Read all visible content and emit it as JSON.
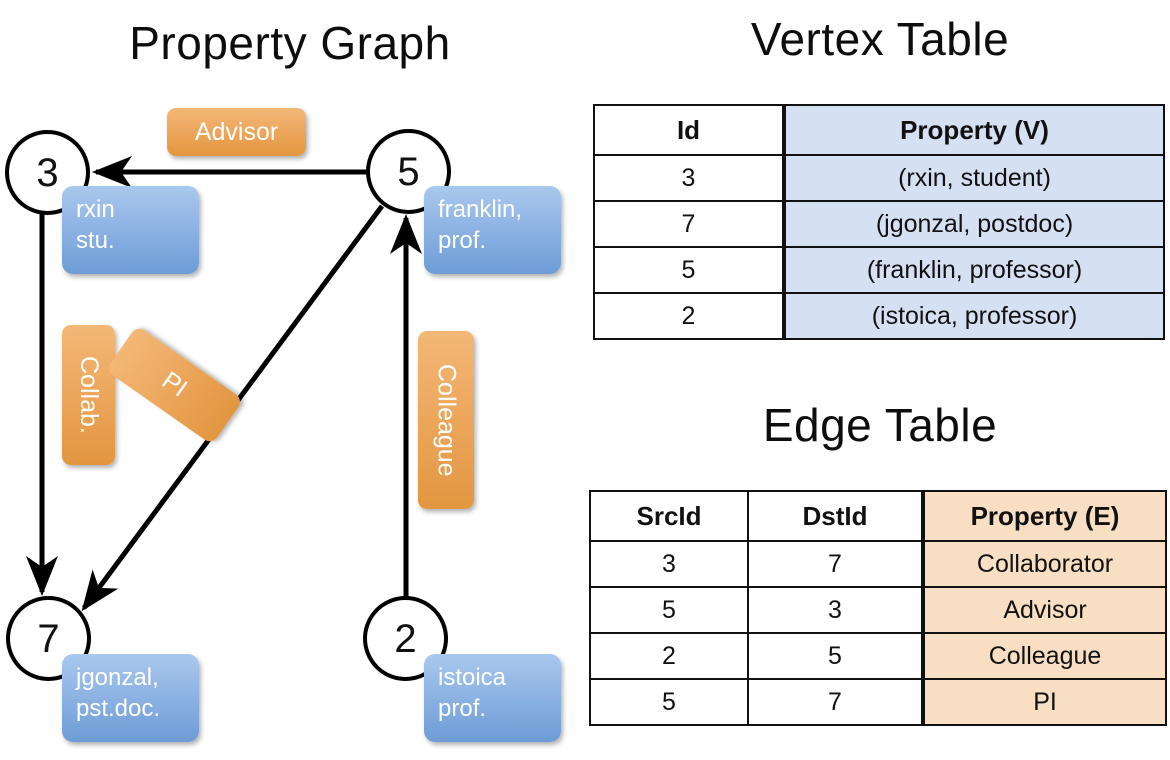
{
  "titles": {
    "graph": "Property Graph",
    "vertex": "Vertex Table",
    "edge": "Edge Table"
  },
  "graph": {
    "nodes": [
      {
        "id": "3",
        "label": "rxin\nstu."
      },
      {
        "id": "5",
        "label": "franklin,\nprof."
      },
      {
        "id": "7",
        "label": "jgonzal,\npst.doc."
      },
      {
        "id": "2",
        "label": "istoica\nprof."
      }
    ],
    "edge_labels": [
      {
        "name": "advisor",
        "text": "Advisor"
      },
      {
        "name": "collab",
        "text": "Collab."
      },
      {
        "name": "pi",
        "text": "PI"
      },
      {
        "name": "colleague",
        "text": "Colleague"
      }
    ],
    "edges": [
      {
        "src": "5",
        "dst": "3",
        "label": "Advisor"
      },
      {
        "src": "3",
        "dst": "7",
        "label": "Collab."
      },
      {
        "src": "5",
        "dst": "7",
        "label": "PI"
      },
      {
        "src": "2",
        "dst": "5",
        "label": "Colleague"
      }
    ]
  },
  "vertex_table": {
    "headers": [
      "Id",
      "Property (V)"
    ],
    "rows": [
      [
        "3",
        "(rxin, student)"
      ],
      [
        "7",
        "(jgonzal, postdoc)"
      ],
      [
        "5",
        "(franklin, professor)"
      ],
      [
        "2",
        "(istoica, professor)"
      ]
    ]
  },
  "edge_table": {
    "headers": [
      "SrcId",
      "DstId",
      "Property (E)"
    ],
    "rows": [
      [
        "3",
        "7",
        "Collaborator"
      ],
      [
        "5",
        "3",
        "Advisor"
      ],
      [
        "2",
        "5",
        "Colleague"
      ],
      [
        "5",
        "7",
        "PI"
      ]
    ]
  },
  "colors": {
    "vertex_property_fill": "#d5e1f3",
    "edge_property_fill": "#f8dfc4",
    "node_box_blue": "#8fb4e4",
    "edge_label_orange": "#eda85f",
    "stroke": "#111111"
  }
}
